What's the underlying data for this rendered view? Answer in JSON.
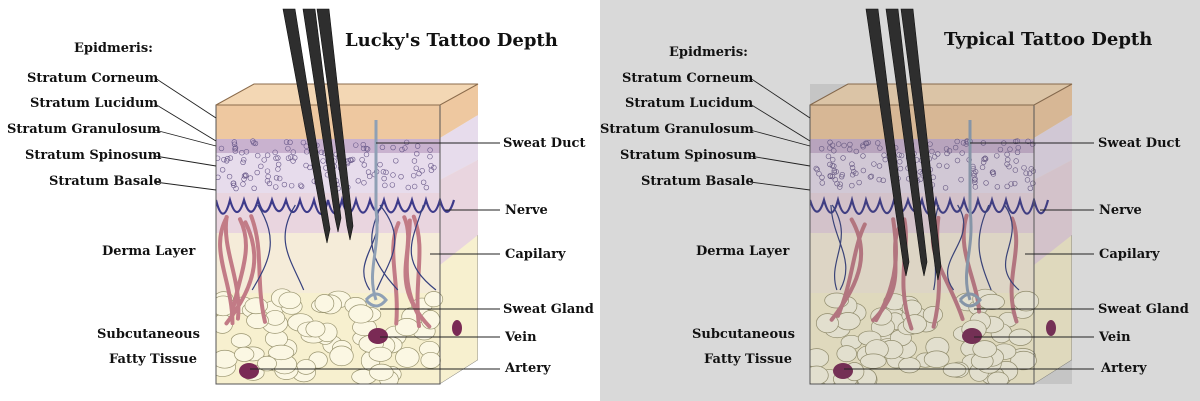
{
  "panels": [
    {
      "id": "left",
      "title": "Lucky's Tattoo Depth",
      "background": "#ffffff",
      "skin_tint": "none",
      "needle_depth": "deep",
      "left_labels": {
        "epidermis_header": "Epidmeris:",
        "stratum_corneum": "Stratum Corneum",
        "stratum_lucidum": "Stratum Lucidum",
        "stratum_granulosum": "Stratum Granulosum",
        "stratum_spinosum": "Stratum Spinosum",
        "stratum_basale": "Stratum Basale",
        "derma_layer": "Derma Layer",
        "subcutaneous": "Subcutaneous",
        "fatty_tissue": "Fatty Tissue"
      },
      "right_labels": {
        "sweat_duct": "Sweat Duct",
        "nerve": "Nerve",
        "capilary": "Capilary",
        "sweat_gland": "Sweat Gland",
        "vein": "Vein",
        "artery": "Artery"
      }
    },
    {
      "id": "right",
      "title": "Typical Tattoo Depth",
      "background": "#d9d9d9",
      "skin_tint": "gray",
      "needle_depth": "deep",
      "left_labels": {
        "epidermis_header": "Epidmeris:",
        "stratum_corneum": "Stratum Corneum",
        "stratum_lucidum": "Stratum Lucidum",
        "stratum_granulosum": "Stratum Granulosum",
        "stratum_spinosum": "Stratum Spinosum",
        "stratum_basale": "Stratum Basale",
        "derma_layer": "Derma Layer",
        "subcutaneous": "Subcutaneous",
        "fatty_tissue": "Fatty Tissue"
      },
      "right_labels": {
        "sweat_duct": "Sweat Duct",
        "nerve": "Nerve",
        "capilary": "Capilary",
        "sweat_gland": "Sweat Gland",
        "vein": "Vein",
        "artery": "Artery"
      }
    }
  ],
  "colors": {
    "corneum": "#eec8a0",
    "corneum_top": "#f3d7b4",
    "granulosum": "#c9b2cf",
    "spinosum": "#e7dcec",
    "dermis_upper": "#e9d5df",
    "dermis_lower": "#f5ecd9",
    "fat": "#f7f0cf",
    "basale_line": "#3d3a8a",
    "nerve": "#36407e",
    "capillary": "#c27b86",
    "vein": "#7a2a55",
    "needle": "#2e2e2e",
    "leader": "#222222"
  }
}
